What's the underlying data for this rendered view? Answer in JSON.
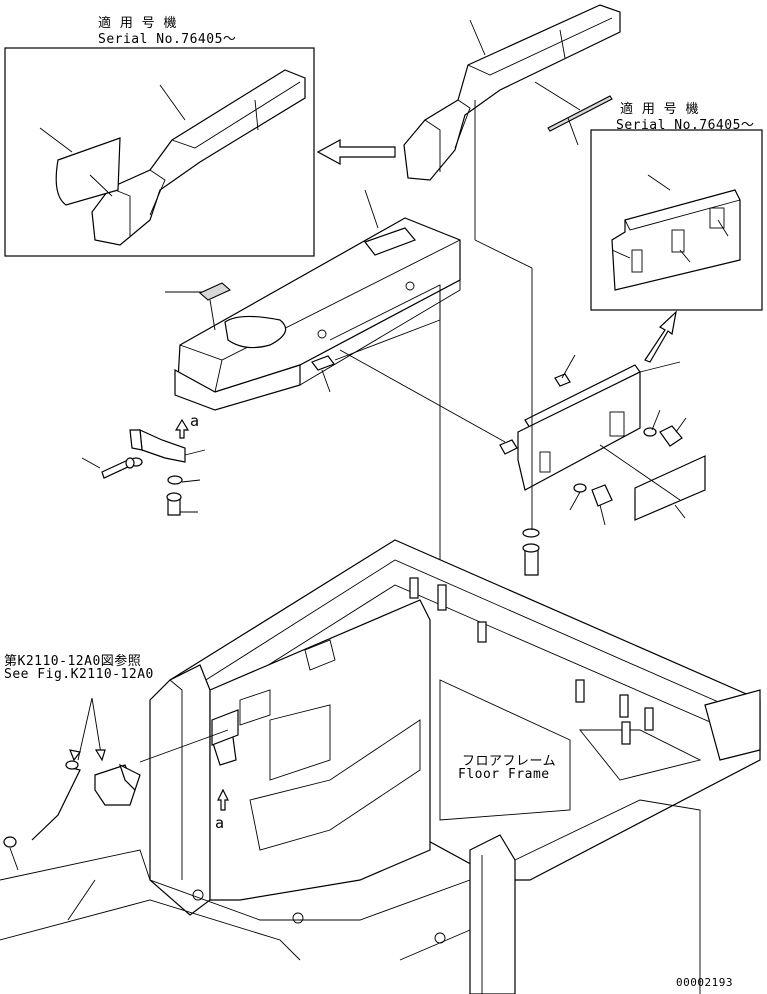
{
  "notes": {
    "serial_left_jp": "適 用 号 機",
    "serial_left_en": "Serial No.76405～",
    "serial_right_jp": "適 用 号 機",
    "serial_right_en": "Serial No.76405～",
    "see_fig_jp": "第K2110-12A0図参照",
    "see_fig_en": "See Fig.K2110-12A0",
    "floor_frame_jp": "フロアフレーム",
    "floor_frame_en": "Floor Frame",
    "ref_a_top": "a",
    "ref_a_bottom": "a",
    "drawing_number": "00002193"
  }
}
